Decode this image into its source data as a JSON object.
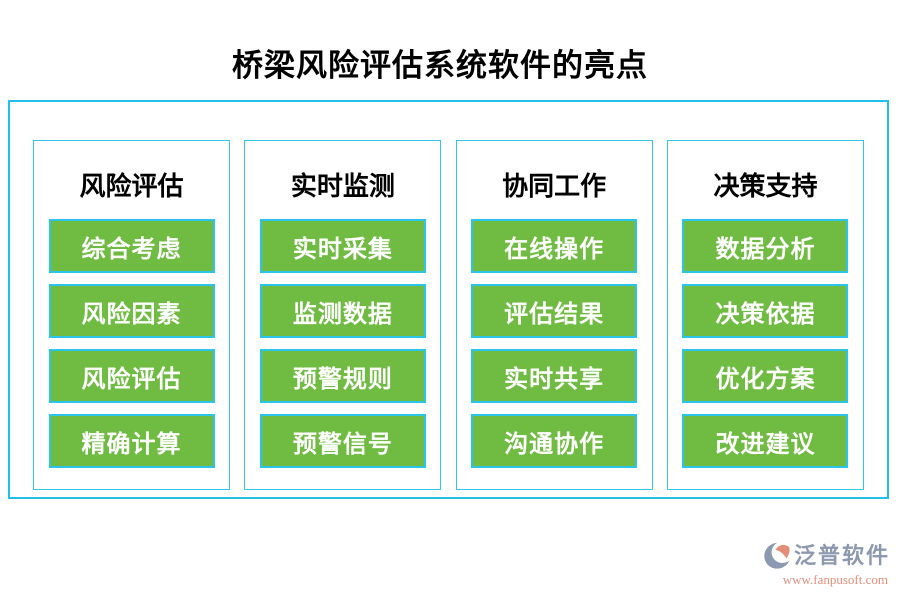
{
  "page": {
    "title": "桥梁风险评估系统软件的亮点"
  },
  "columns": [
    {
      "header": "风险评估",
      "items": [
        "综合考虑",
        "风险因素",
        "风险评估",
        "精确计算"
      ]
    },
    {
      "header": "实时监测",
      "items": [
        "实时采集",
        "监测数据",
        "预警规则",
        "预警信号"
      ]
    },
    {
      "header": "协同工作",
      "items": [
        "在线操作",
        "评估结果",
        "实时共享",
        "沟通协作"
      ]
    },
    {
      "header": "决策支持",
      "items": [
        "数据分析",
        "决策依据",
        "优化方案",
        "改进建议"
      ]
    }
  ],
  "footer": {
    "brand": "泛普软件",
    "url": "www.fanpusoft.com",
    "icon": "fanpu-logo-icon"
  },
  "colors": {
    "accent_cyan": "#22c0e8",
    "button_green": "#70bc43",
    "title_text": "#000000",
    "button_text": "#ffffff",
    "brand_text": "#8d99b0",
    "brand_url_text": "#e28f7a"
  }
}
